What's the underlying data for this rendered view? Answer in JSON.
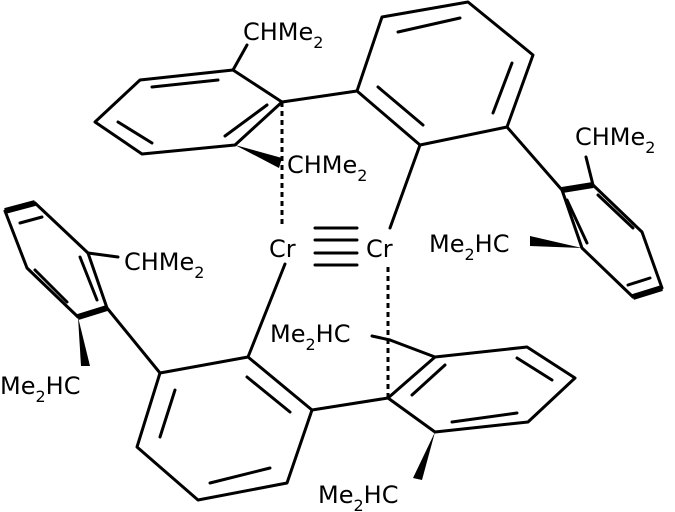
{
  "molecule": {
    "metal_left": "Cr",
    "metal_right": "Cr",
    "labels": {
      "top_chme2": {
        "pre": "CHMe",
        "sub": "2",
        "post": ""
      },
      "upper_mid_chme2": {
        "pre": "CHMe",
        "sub": "2",
        "post": ""
      },
      "right_top_chme2": {
        "pre": "CHMe",
        "sub": "2",
        "post": ""
      },
      "right_me2hc": {
        "pre": "Me",
        "sub": "2",
        "post": "HC"
      },
      "left_chme2": {
        "pre": "CHMe",
        "sub": "2",
        "post": ""
      },
      "left_me2hc": {
        "pre": "Me",
        "sub": "2",
        "post": "HC"
      },
      "center_me2hc": {
        "pre": "Me",
        "sub": "2",
        "post": "HC"
      },
      "bottom_me2hc": {
        "pre": "Me",
        "sub": "2",
        "post": "HC"
      }
    }
  }
}
